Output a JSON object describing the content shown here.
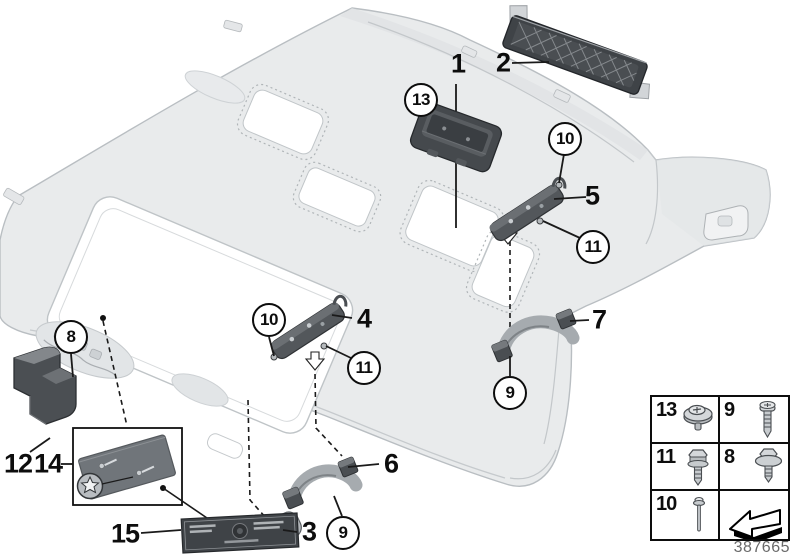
{
  "callouts": {
    "n1": {
      "label": "1"
    },
    "n2": {
      "label": "2"
    },
    "n3": {
      "label": "3"
    },
    "n4": {
      "label": "4"
    },
    "n5": {
      "label": "5"
    },
    "n6": {
      "label": "6"
    },
    "n7": {
      "label": "7"
    },
    "n12": {
      "label": "12"
    },
    "n14": {
      "label": "14"
    },
    "n15": {
      "label": "15"
    },
    "c8": {
      "label": "8"
    },
    "c9a": {
      "label": "9"
    },
    "c9b": {
      "label": "9"
    },
    "c10a": {
      "label": "10"
    },
    "c10b": {
      "label": "10"
    },
    "c11a": {
      "label": "11"
    },
    "c11b": {
      "label": "11"
    },
    "c13": {
      "label": "13"
    }
  },
  "fastener_table": {
    "cells": [
      {
        "label": "13",
        "icon": "washer-screw-icon"
      },
      {
        "label": "9",
        "icon": "pan-head-screw-icon"
      },
      {
        "label": "11",
        "icon": "hex-bolt-icon"
      },
      {
        "label": "8",
        "icon": "hex-washer-bolt-icon"
      },
      {
        "label": "10",
        "icon": "expansion-rivet-icon"
      },
      {
        "label": "",
        "icon": "continuation-arrow-icon"
      }
    ]
  },
  "footer": {
    "diagram_number": "387665"
  },
  "colors": {
    "background": "#ffffff",
    "headliner_fill": "#e9ebec",
    "headliner_line": "#b9bec2",
    "part_dark": "#45494d",
    "part_mid": "#9ba1a6",
    "callout_line": "#1a1a1a",
    "footer_text": "#6a6a6a"
  }
}
